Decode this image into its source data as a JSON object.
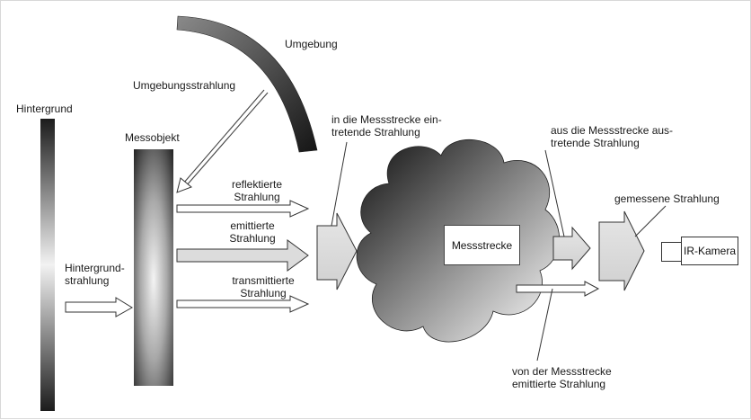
{
  "labels": {
    "umgebung": "Umgebung",
    "umgebungsstrahlung": "Umgebungsstrahlung",
    "hintergrund": "Hintergrund",
    "messobjekt": "Messobjekt",
    "in_line1": "in die Messstrecke ein-",
    "in_line2": "tretende Strahlung",
    "aus_line1": "aus die Messstrecke aus-",
    "aus_line2": "tretende Strahlung",
    "reflektierte_line1": "reflektierte",
    "reflektierte_line2": "Strahlung",
    "emittierte_line1": "emittierte",
    "emittierte_line2": "Strahlung",
    "transmittierte_line1": "transmittierte",
    "transmittierte_line2": "Strahlung",
    "hintergrund_str_line1": "Hintergrund-",
    "hintergrund_str_line2": "strahlung",
    "messstrecke": "Messstrecke",
    "gemessene": "gemessene Strahlung",
    "kamera": "IR-Kamera",
    "von_line1": "von der Messstrecke",
    "von_line2": "emittierte Strahlung"
  }
}
